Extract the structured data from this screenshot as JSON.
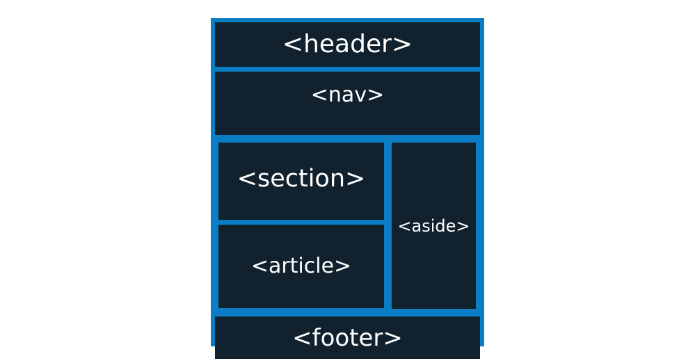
{
  "diagram": {
    "colors": {
      "border": "#0b7dc4",
      "box": "#11222e",
      "text": "#ffffff",
      "background": "#ffffff"
    },
    "labels": {
      "header": "<header>",
      "nav": "<nav>",
      "section": "<section>",
      "article": "<article>",
      "aside": "<aside>",
      "footer": "<footer>"
    }
  }
}
